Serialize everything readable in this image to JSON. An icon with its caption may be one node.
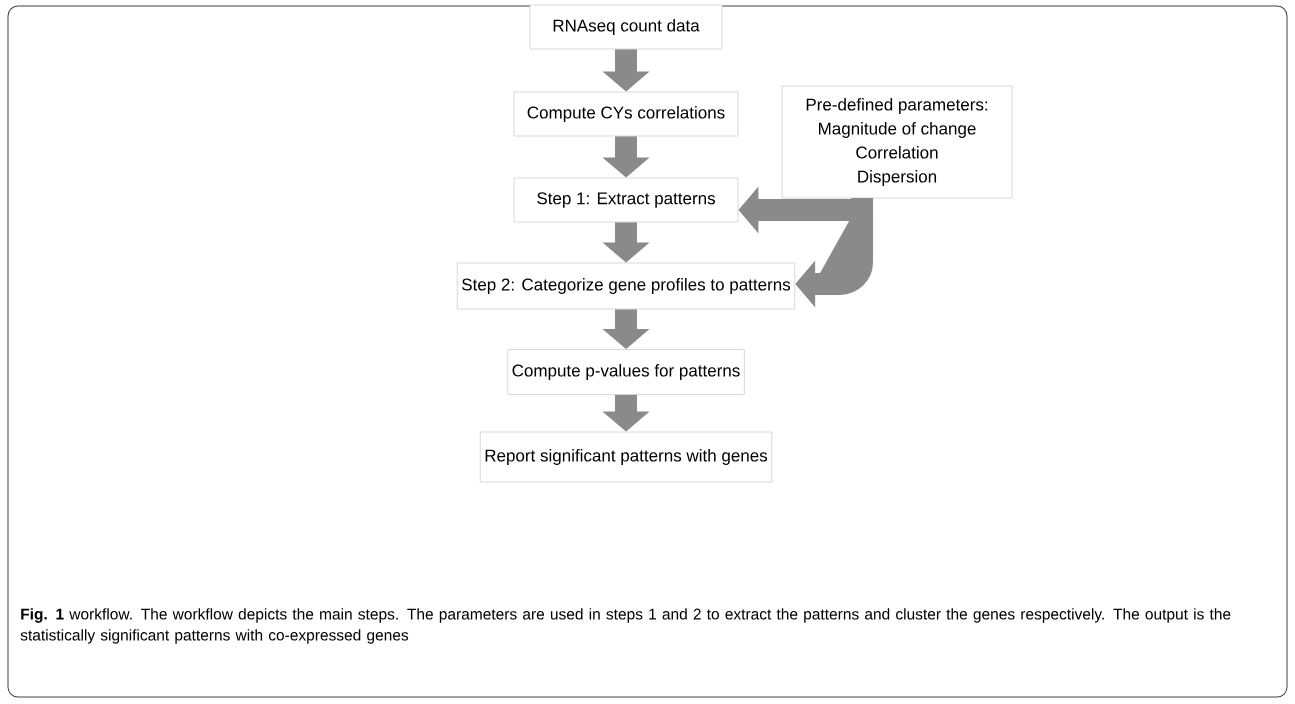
{
  "diagram": {
    "caption": "**Fig. 1** workflow. The workflow depicts the main steps. The parameters are used in steps 1 and 2 to extract the patterns and cluster the genes respectively. The output is the statistically significant patterns with co-expressed genes",
    "nodes": [
      {
        "text": [
          "RNAseq count data"
        ]
      },
      {
        "text": [
          "Compute CYs correlations"
        ]
      },
      {
        "text": [
          "Pre-defined parameters:",
          "Magnitude of change",
          "Correlation",
          "Dispersion"
        ]
      },
      {
        "text": [
          "Step 1: Extract patterns"
        ]
      },
      {
        "text": [
          "Step 2: Categorize gene profiles to patterns"
        ]
      },
      {
        "text": [
          "Compute p-values for patterns"
        ]
      },
      {
        "text": [
          "Report significant patterns with genes"
        ]
      }
    ],
    "edges": [
      {
        "from": 0,
        "to": 1,
        "arrow": "to"
      },
      {
        "from": 1,
        "to": 3,
        "arrow": "to"
      },
      {
        "from": 3,
        "to": 4,
        "arrow": "to"
      },
      {
        "from": 4,
        "to": 5,
        "arrow": "to"
      },
      {
        "from": 5,
        "to": 6,
        "arrow": "to"
      },
      {
        "from": 2,
        "to": 3,
        "arrow": "to"
      },
      {
        "from": 2,
        "to": 4,
        "arrow": "to"
      }
    ]
  }
}
